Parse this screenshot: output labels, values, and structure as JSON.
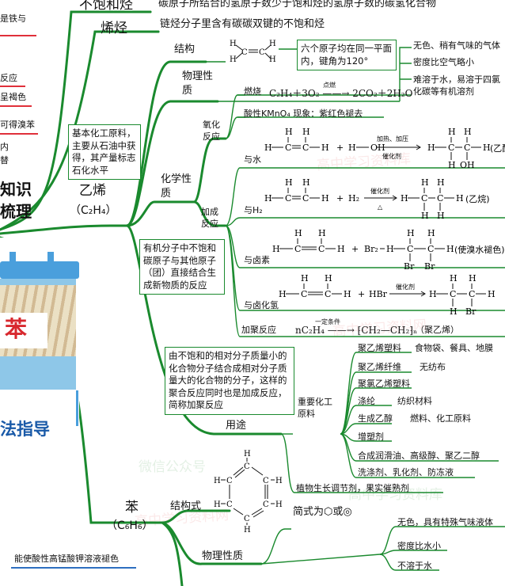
{
  "top_texts": {
    "bu_baohe": "不饱和烃",
    "top_defn": "碳原子所结合的氢原子数少于饱和烃的氢原子数的碳氢化合物",
    "xiting": "烯烃",
    "xiting_defn": "链烃分子里含有碳碳双键的不饱和烃"
  },
  "left_fragments": {
    "f1": "是铁与",
    "f2": "反应",
    "f3": "呈褐色",
    "f4": "可得溴苯",
    "f5": "内",
    "f6": "替",
    "f7": "知识",
    "f8": "梳理",
    "f9": "法指导",
    "f10": "苯"
  },
  "ethene": {
    "name": "乙烯",
    "formula": "（C₂H₄）",
    "basic_box": "基本化工原料，主要从石油中获得，其产量标志石化水平",
    "structure_label": "结构",
    "structure_box": "六个原子均在同一平面内，键角为120°",
    "physical_label": "物理性质",
    "phys_items": [
      "无色、稍有气味的气体",
      "密度比空气略小",
      "难溶于水，易溶于四氯化碳等有机溶剂"
    ],
    "chemical_label": "化学性质",
    "oxidation_label": "氧化反应",
    "combustion_label": "燃烧",
    "combustion_eq": "C₂H₄＋3O₂ ——→ 2CO₂＋2H₂O",
    "combustion_cond": "点燃",
    "kmno4": "酸性KMnO₄  现象：紫红色褪去",
    "addition_label": "加成反应",
    "addition_box": "有机分子中不饱和碳原子与其他原子（团）直接结合生成新物质的反应",
    "with_water": "与水",
    "water_cond1": "加热、加压",
    "water_cond2": "催化剂",
    "water_product": "(乙醇)",
    "with_h2": "与H₂",
    "h2_cond1": "催化剂",
    "h2_cond2": "△",
    "h2_product": "(乙烷)",
    "with_halogen": "与卤素",
    "halogen_product": "(使溴水褪色)",
    "with_hx": "与卤化氢",
    "hx_cond": "催化剂",
    "polymer_label": "加聚反应",
    "polymer_eq": "nC₂H₄ ——→ ⁅CH₂—CH₂⁆ₙ",
    "polymer_cond": "一定条件",
    "polymer_product": "（聚乙烯）",
    "polymer_box": "由不饱和的相对分子质量小的化合物分子结合成相对分子质量大的化合物的分子，这样的聚合反应同时也是加成反应，简称加聚反应",
    "use_label": "用途",
    "use_important": "重要化工原料",
    "uses": [
      {
        "name": "聚乙烯塑料",
        "detail": "食物袋、餐具、地膜"
      },
      {
        "name": "聚乙烯纤维",
        "detail": "无纺布"
      },
      {
        "name": "聚氯乙烯塑料",
        "detail": ""
      },
      {
        "name": "涤纶",
        "detail": "纺织材料"
      },
      {
        "name": "生成乙醇",
        "detail": "燃料、化工原料"
      },
      {
        "name": "增塑剂",
        "detail": ""
      },
      {
        "name": "合成润滑油、高级醇、聚乙二醇",
        "detail": ""
      },
      {
        "name": "洗涤剂、乳化剂、防冻液",
        "detail": ""
      }
    ],
    "plant": "植物生长调节剂，果实催熟剂"
  },
  "benzene": {
    "name": "苯",
    "formula": "（C₆H₆）",
    "structure_label": "结构式",
    "short_form": "简式为⬡或◎",
    "physical_label": "物理性质",
    "phys_items": [
      "无色，具有特殊气味液体",
      "密度比水小",
      "不溶于水"
    ],
    "bottom_left1": "能使酸性高锰酸钾溶液褪色"
  },
  "chem": {
    "H": "H",
    "C": "C",
    "O": "O",
    "OH": "OH",
    "Br": "Br",
    "plus": "+",
    "eq": "＝",
    "dash": "—",
    "h2o": "H—OH",
    "h2": "H₂",
    "br2": "Br₂",
    "hbr": "HBr"
  },
  "watermarks": {
    "w1": "微信公众号",
    "w2": "高中学习资料库",
    "w3": "高中学习资料网"
  },
  "colors": {
    "line": "#1a8a2e",
    "red": "#e0303a",
    "blue": "#4a9fdc"
  }
}
